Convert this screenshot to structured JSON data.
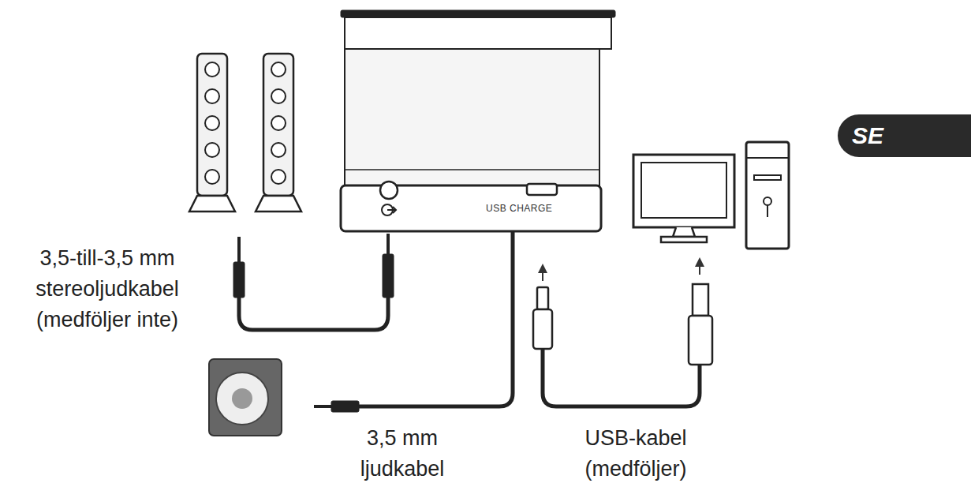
{
  "diagram": {
    "nodes": [
      {
        "text": [
          "SE"
        ]
      }
    ],
    "labels": [
      "3,5-till-3,5 mm stereoljudkabel (medföljer inte)",
      "3,5 mm ljudkabel",
      "USB-kabel (medföljer)",
      "USB CHARGE"
    ]
  }
}
